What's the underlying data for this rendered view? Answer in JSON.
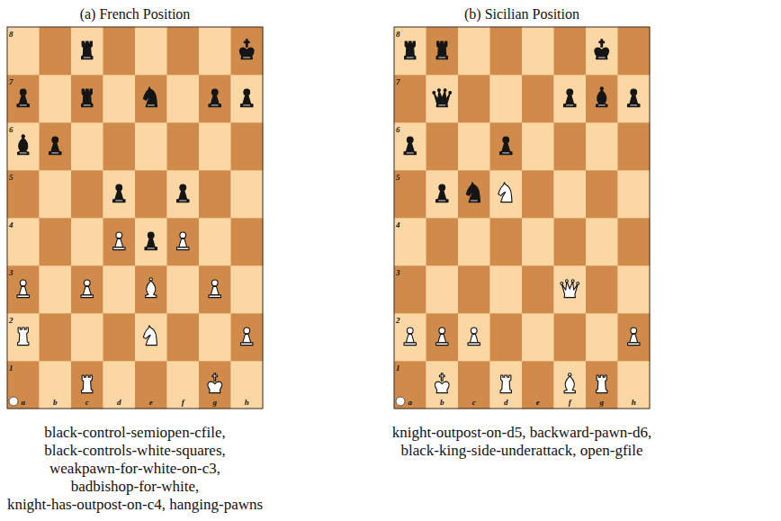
{
  "diagram": {
    "nodes": [
      {
        "text": [
          "(a) French Position",
          "black-control-semiopen-cfile, black-controls-white-squares, weakpawn-for-white-on-c3, badbishop-for-white, knight-has-outpost-on-c4, hanging-pawns"
        ]
      },
      {
        "text": [
          "(b) Sicilian Position",
          "knight-outpost-on-d5, backward-pawn-d6, black-king-side-underattack, open-gfile"
        ]
      }
    ],
    "labels": [
      "8",
      "7",
      "6",
      "5",
      "4",
      "3",
      "2",
      "1",
      "a",
      "b",
      "c",
      "d",
      "e",
      "f",
      "g",
      "h",
      "8",
      "7",
      "6",
      "5",
      "4",
      "3",
      "2",
      "1",
      "a",
      "b",
      "c",
      "d",
      "e",
      "f",
      "g",
      "h"
    ]
  }
}
